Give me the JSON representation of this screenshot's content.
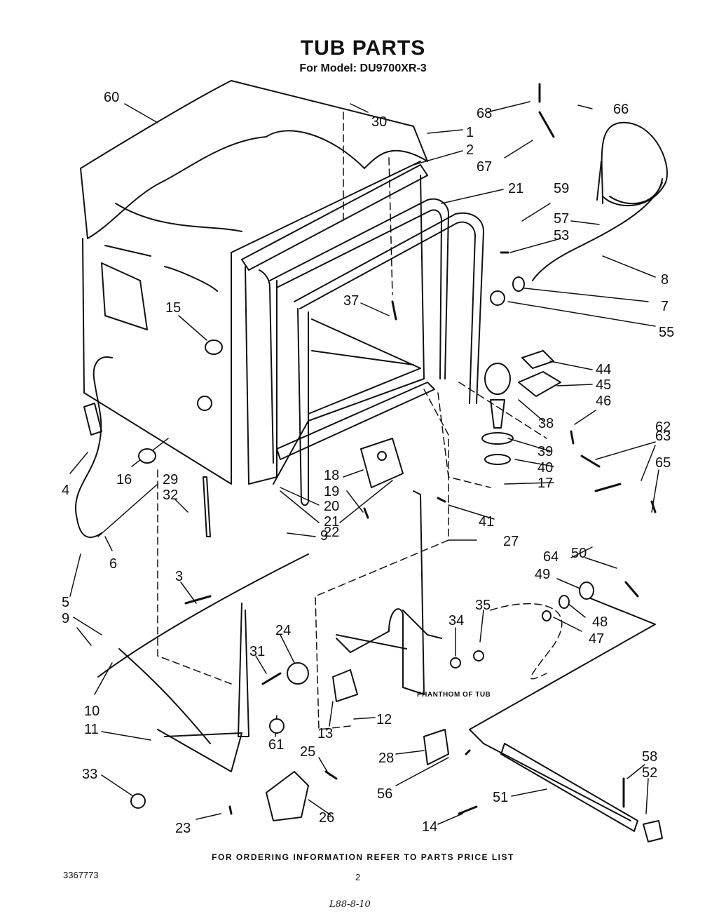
{
  "title": "TUB PARTS",
  "subtitle": "For Model: DU9700XR-3",
  "footer": "FOR ORDERING INFORMATION REFER TO PARTS PRICE LIST",
  "doc_number": "3367773",
  "page_number": "2",
  "handwritten_note": "L88-8-10",
  "phantom_label": "PHANTHOM OF TUB",
  "callouts": [
    "60",
    "30",
    "1",
    "2",
    "68",
    "66",
    "67",
    "21",
    "59",
    "57",
    "53",
    "8",
    "7",
    "55",
    "37",
    "15",
    "44",
    "45",
    "46",
    "38",
    "62",
    "63",
    "65",
    "39",
    "40",
    "17",
    "18",
    "19",
    "20",
    "21",
    "22",
    "41",
    "4",
    "16",
    "29",
    "32",
    "6",
    "9",
    "27",
    "64",
    "50",
    "49",
    "48",
    "47",
    "35",
    "34",
    "5",
    "9",
    "3",
    "24",
    "31",
    "10",
    "11",
    "13",
    "12",
    "61",
    "28",
    "56",
    "25",
    "33",
    "23",
    "26",
    "14",
    "51",
    "58",
    "52"
  ]
}
